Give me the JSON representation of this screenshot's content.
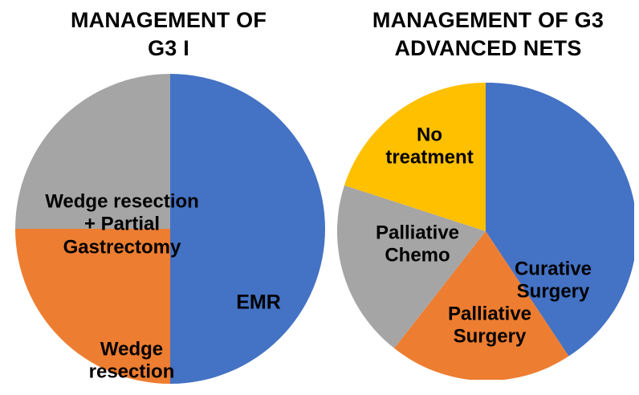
{
  "figure": {
    "background": "#ffffff",
    "palette": {
      "blue": "#4472C4",
      "orange": "#ED7D31",
      "gray": "#A5A5A5",
      "yellow": "#FFC000",
      "label_text": "#000000",
      "title_text": "#000000"
    }
  },
  "charts": [
    {
      "id": "left",
      "title": "MANAGEMENT OF\nG3 I",
      "labels": {
        "blue": "EMR",
        "orange": "Wedge\nresection",
        "gray": "Wedge resection\n+ Partial\nGastrectomy"
      }
    },
    {
      "id": "right",
      "title": "MANAGEMENT OF G3\nADVANCED NETS",
      "labels": {
        "blue": "Curative\nSurgery",
        "orange": "Palliative\nSurgery",
        "gray": "Palliative\nChemo",
        "yellow": "No\ntreatment"
      }
    }
  ],
  "chart_data": [
    {
      "type": "pie",
      "title": "MANAGEMENT OF G3 I",
      "categories": [
        "EMR",
        "Wedge resection",
        "Wedge resection + Partial Gastrectomy"
      ],
      "values": [
        50,
        25,
        25
      ],
      "units": "percent",
      "colors": [
        "#4472C4",
        "#ED7D31",
        "#A5A5A5"
      ],
      "start_angle_deg": 0,
      "direction": "clockwise",
      "legend": "none",
      "labels_position": "inside-slice",
      "slice_angles_deg": [
        {
          "category": "EMR",
          "start": 0,
          "end": 180
        },
        {
          "category": "Wedge resection",
          "start": 180,
          "end": 270
        },
        {
          "category": "Wedge resection + Partial Gastrectomy",
          "start": 270,
          "end": 360
        }
      ]
    },
    {
      "type": "pie",
      "title": "MANAGEMENT OF G3 ADVANCED NETS",
      "categories": [
        "Curative Surgery",
        "Palliative Surgery",
        "Palliative Chemo",
        "No treatment"
      ],
      "values": [
        40.6,
        20.0,
        19.4,
        20.0
      ],
      "units": "percent",
      "colors": [
        "#4472C4",
        "#ED7D31",
        "#A5A5A5",
        "#FFC000"
      ],
      "start_angle_deg": 0,
      "direction": "clockwise",
      "legend": "none",
      "labels_position": "inside-slice",
      "slice_angles_deg": [
        {
          "category": "Curative Surgery",
          "start": 0,
          "end": 146
        },
        {
          "category": "Palliative Surgery",
          "start": 146,
          "end": 218
        },
        {
          "category": "Palliative Chemo",
          "start": 218,
          "end": 288
        },
        {
          "category": "No treatment",
          "start": 288,
          "end": 360
        }
      ]
    }
  ]
}
